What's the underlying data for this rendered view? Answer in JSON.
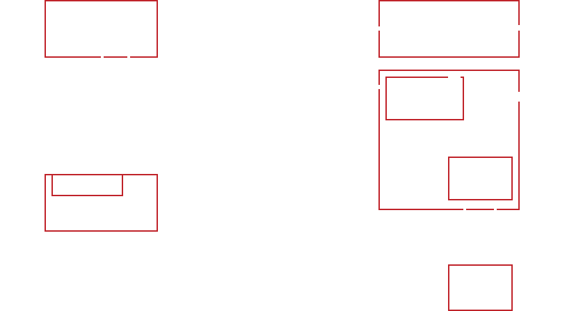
{
  "diagram": {
    "stroke_color": "#c0232a",
    "background_color": "#ffffff",
    "nodes": [
      {
        "id": "box-top-left",
        "label": ""
      },
      {
        "id": "box-mid-left",
        "label": ""
      },
      {
        "id": "box-mid-left-in",
        "label": ""
      },
      {
        "id": "box-top-right",
        "label": ""
      },
      {
        "id": "box-big-right",
        "label": ""
      },
      {
        "id": "box-big-right-tl",
        "label": ""
      },
      {
        "id": "box-big-right-br",
        "label": ""
      },
      {
        "id": "box-bottom-right",
        "label": ""
      }
    ]
  }
}
